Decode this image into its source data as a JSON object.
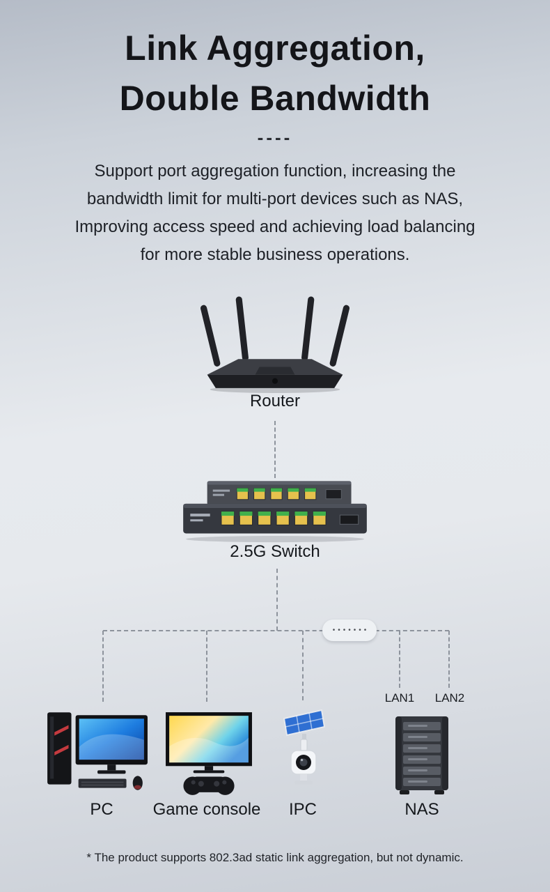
{
  "colors": {
    "bg-top": "#b5bcc7",
    "bg-mid": "#e7eaee",
    "bg-bottom": "#c9ced6",
    "text-dark": "#141519",
    "line": "#8d939c"
  },
  "header": {
    "title_line1": "Link Aggregation,",
    "title_line2": "Double Bandwidth",
    "divider_dashes": "----",
    "description_lines": [
      "Support port aggregation function, increasing the",
      "bandwidth limit for multi-port devices such as NAS,",
      "Improving access speed and achieving load balancing",
      "for more stable business operations."
    ]
  },
  "diagram": {
    "router_label": "Router",
    "switch_label": "2.5G Switch",
    "ellipsis_dots": "•••••••",
    "nas_lan1_label": "LAN1",
    "nas_lan2_label": "LAN2",
    "device_labels": {
      "pc": "PC",
      "game_console": "Game console",
      "ipc": "IPC",
      "nas": "NAS"
    }
  },
  "footnote": "*  The product supports 802.3ad static link aggregation, but not dynamic."
}
